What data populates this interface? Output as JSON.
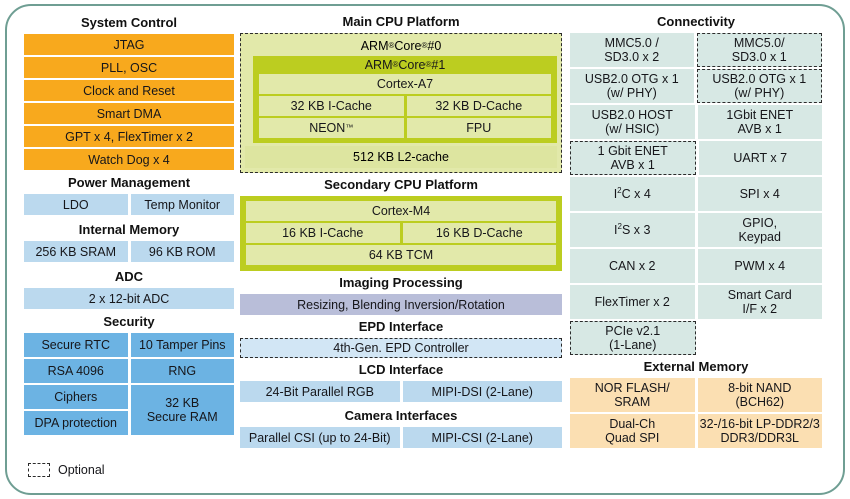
{
  "legend": {
    "optional_label": "Optional",
    "swatch": "dashed-box"
  },
  "colors": {
    "frame": "#6f9e93",
    "system_control": "#f8a91d",
    "light_blue": "#bbd9ee",
    "security_blue": "#6cb3e3",
    "connectivity_mint": "#d7e8e4",
    "external_memory_peach": "#fbdfb2",
    "imaging_lavender": "#b9bed9",
    "cpu_olive": "#bccd20",
    "cpu_pale": "#e2e9aa"
  },
  "left_column": {
    "sections": [
      {
        "title": "System Control",
        "style": "orange",
        "blocks": [
          "JTAG",
          "PLL, OSC",
          "Clock and Reset",
          "Smart DMA",
          "GPT x 4, FlexTimer x 2",
          "Watch Dog x 4"
        ]
      },
      {
        "title": "Power Management",
        "style": "blue",
        "pairs": [
          [
            "LDO",
            "Temp Monitor"
          ]
        ]
      },
      {
        "title": "Internal Memory",
        "style": "blue",
        "pairs": [
          [
            "256 KB SRAM",
            "96 KB ROM"
          ]
        ]
      },
      {
        "title": "ADC",
        "style": "blue",
        "blocks": [
          "2 x 12-bit ADC"
        ]
      },
      {
        "title": "Security",
        "style": "blue-dark",
        "left_stack": [
          "Secure RTC",
          "RSA 4096",
          "Ciphers",
          "DPA protection"
        ],
        "right_stack": [
          "10 Tamper Pins",
          "RNG",
          "32 KB Secure RAM"
        ],
        "right_stack_lines": [
          [
            "10 Tamper Pins"
          ],
          [
            "RNG"
          ],
          [
            "32 KB",
            "Secure RAM"
          ]
        ]
      }
    ]
  },
  "middle_column": {
    "main_cpu": {
      "title": "Main CPU Platform",
      "core0_label": "ARM® Core® #0",
      "core0_optional": true,
      "core1_label": "ARM® Core® #1",
      "cortex": "Cortex-A7",
      "caches": [
        "32 KB I-Cache",
        "32 KB D-Cache"
      ],
      "extras": [
        "NEON™",
        "FPU"
      ],
      "l2": "512 KB L2-cache"
    },
    "secondary_cpu": {
      "title": "Secondary CPU Platform",
      "cortex": "Cortex-M4",
      "caches": [
        "16 KB I-Cache",
        "16 KB D-Cache"
      ],
      "tcm": "64 KB TCM"
    },
    "imaging": {
      "title": "Imaging Processing",
      "block": "Resizing, Blending Inversion/Rotation"
    },
    "epd": {
      "title": "EPD Interface",
      "block": "4th-Gen. EPD Controller",
      "optional": true
    },
    "lcd": {
      "title": "LCD Interface",
      "pair": [
        "24-Bit Parallel RGB",
        "MIPI-DSI (2-Lane)"
      ]
    },
    "camera": {
      "title": "Camera Interfaces",
      "pair": [
        "Parallel CSI (up to 24-Bit)",
        "MIPI-CSI (2-Lane)"
      ]
    }
  },
  "right_column": {
    "connectivity": {
      "title": "Connectivity",
      "rows": [
        {
          "left": {
            "lines": [
              "MMC5.0 /",
              "SD3.0 x 2"
            ],
            "optional": false
          },
          "right": {
            "lines": [
              "MMC5.0/",
              "SD3.0 x 1"
            ],
            "optional": true
          }
        },
        {
          "left": {
            "lines": [
              "USB2.0 OTG x 1",
              "(w/ PHY)"
            ],
            "optional": false
          },
          "right": {
            "lines": [
              "USB2.0 OTG x 1",
              "(w/ PHY)"
            ],
            "optional": true
          }
        },
        {
          "left": {
            "lines": [
              "USB2.0 HOST",
              "(w/ HSIC)"
            ],
            "optional": false
          },
          "right": {
            "lines": [
              "1Gbit ENET",
              "AVB x 1"
            ],
            "optional": false
          }
        },
        {
          "left": {
            "lines": [
              "1 Gbit ENET",
              "AVB x 1"
            ],
            "optional": true
          },
          "right": {
            "lines": [
              "UART x 7"
            ],
            "optional": false
          }
        },
        {
          "left": {
            "lines": [
              "I²C x 4"
            ],
            "optional": false
          },
          "right": {
            "lines": [
              "SPI x 4"
            ],
            "optional": false
          }
        },
        {
          "left": {
            "lines": [
              "I²S x 3"
            ],
            "optional": false
          },
          "right": {
            "lines": [
              "GPIO,",
              "Keypad"
            ],
            "optional": false
          }
        },
        {
          "left": {
            "lines": [
              "CAN x 2"
            ],
            "optional": false
          },
          "right": {
            "lines": [
              "PWM x 4"
            ],
            "optional": false
          }
        },
        {
          "left": {
            "lines": [
              "FlexTimer x 2"
            ],
            "optional": false
          },
          "right": {
            "lines": [
              "Smart Card",
              "I/F x 2"
            ],
            "optional": false
          }
        },
        {
          "left": {
            "lines": [
              "PCIe v2.1",
              "(1-Lane)"
            ],
            "optional": true
          },
          "right": null
        }
      ]
    },
    "external_memory": {
      "title": "External Memory",
      "rows": [
        {
          "left": [
            "NOR FLASH/",
            "SRAM"
          ],
          "right": [
            "8-bit NAND",
            "(BCH62)"
          ]
        },
        {
          "left": [
            "Dual-Ch",
            "Quad SPI"
          ],
          "right": [
            "32-/16-bit LP-DDR2/3",
            "DDR3/DDR3L"
          ]
        }
      ]
    }
  }
}
